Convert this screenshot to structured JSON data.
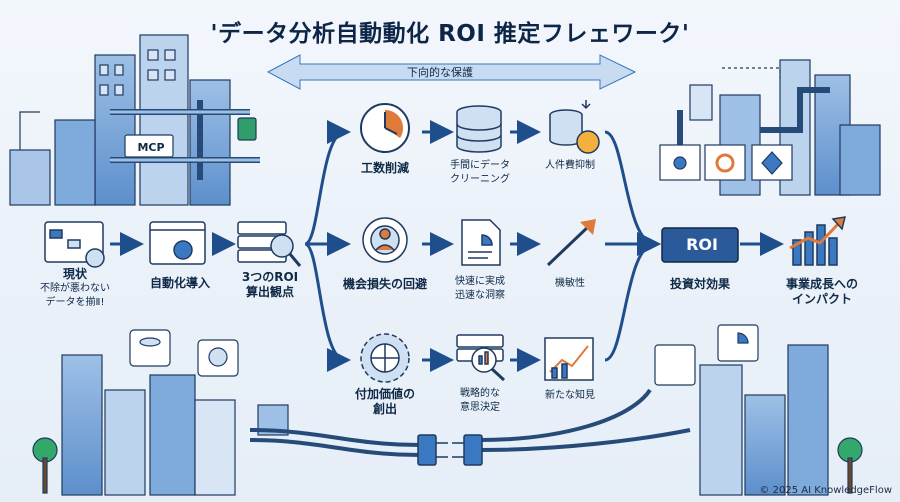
{
  "title": "'データ分析自動動化 ROI 推定フレェワーク'",
  "top_arrow_label": "下向的な保護",
  "mcp_label": "MCP",
  "left_flow": {
    "current": {
      "title": "現状",
      "sub1": "不除が悪わない",
      "sub2": "データを揃Ⅱ!"
    },
    "automation": {
      "title": "自動化導入"
    },
    "three_roi": {
      "line1": "3つのROI",
      "line2": "算出観点"
    }
  },
  "branches": {
    "top": {
      "main": "工数削減",
      "step2_l1": "手間にデータ",
      "step2_l2": "クリーニング",
      "step3": "人件費抑制"
    },
    "middle": {
      "main": "機会損失の回避",
      "step2_l1": "快速に実成",
      "step2_l2": "迅速な洞察",
      "step3": "機敏性"
    },
    "bottom": {
      "main_l1": "付加価値の",
      "main_l2": "創出",
      "step2_l1": "戦略的な",
      "step2_l2": "意思決定",
      "step3": "新たな知見"
    }
  },
  "roi_box": "ROI",
  "roi_caption": "投資対効果",
  "impact": {
    "line1": "事業成長への",
    "line2": "インパクト"
  },
  "copyright": "© 2025 AI KnowledgeFlow",
  "colors": {
    "navy": "#1f4e8c",
    "dark": "#0f2947",
    "accent": "#3a78c2",
    "orange": "#e07a3a",
    "light": "#cfe0f3"
  },
  "icons": [
    "clock-icon",
    "database-icon",
    "coins-icon",
    "person-target-icon",
    "document-chart-icon",
    "arrow-up-icon",
    "gear-globe-icon",
    "magnifier-chart-icon",
    "chart-icon",
    "growth-chart-icon",
    "workflow-icon",
    "gear-window-icon",
    "search-server-icon",
    "plug-icon"
  ]
}
